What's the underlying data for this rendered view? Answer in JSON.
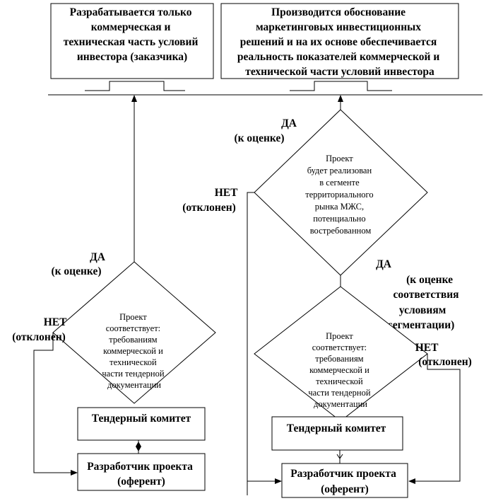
{
  "top_boxes": {
    "left": [
      "Разрабатывается только",
      "коммерческая и",
      "техническая часть условий",
      "инвестора (заказчика)"
    ],
    "right": [
      "Производится обоснование",
      "маркетинговых инвестиционных",
      "решений и на их основе обеспечивается",
      "реальность показателей коммерческой и",
      "технической части условий инвестора"
    ]
  },
  "left_branch": {
    "yes_label": [
      "ДА",
      "(к оценке)"
    ],
    "no_label": [
      "НЕТ",
      "(отклонен)"
    ],
    "condition": [
      "Проект",
      "соответствует:",
      "требованиям",
      "коммерческой и",
      "технической",
      "части тендерной",
      "документации"
    ],
    "committee": "Тендерный комитет",
    "developer": [
      "Разработчик проекта",
      "(оферент)"
    ]
  },
  "right_branch": {
    "market_yes_label": [
      "ДА",
      "(к оценке)"
    ],
    "market_no_label": [
      "НЕТ",
      "(отклонен)"
    ],
    "market_condition": [
      "Проект",
      "будет реализован",
      "в сегменте",
      "территориального",
      "рынка МЖС,",
      "потенциально",
      "востребованном"
    ],
    "seg_yes_label": [
      "ДА",
      "(к оценке",
      "соответствия",
      "условиям",
      "сегментации)"
    ],
    "seg_no_label": [
      "НЕТ",
      "(отклонен)"
    ],
    "condition": [
      "Проект",
      "соответствует:",
      "требованиям",
      "коммерческой и",
      "технической",
      "части тендерной",
      "документации"
    ],
    "committee": "Тендерный комитет",
    "developer": [
      "Разработчик проекта",
      "(оферент)"
    ]
  }
}
